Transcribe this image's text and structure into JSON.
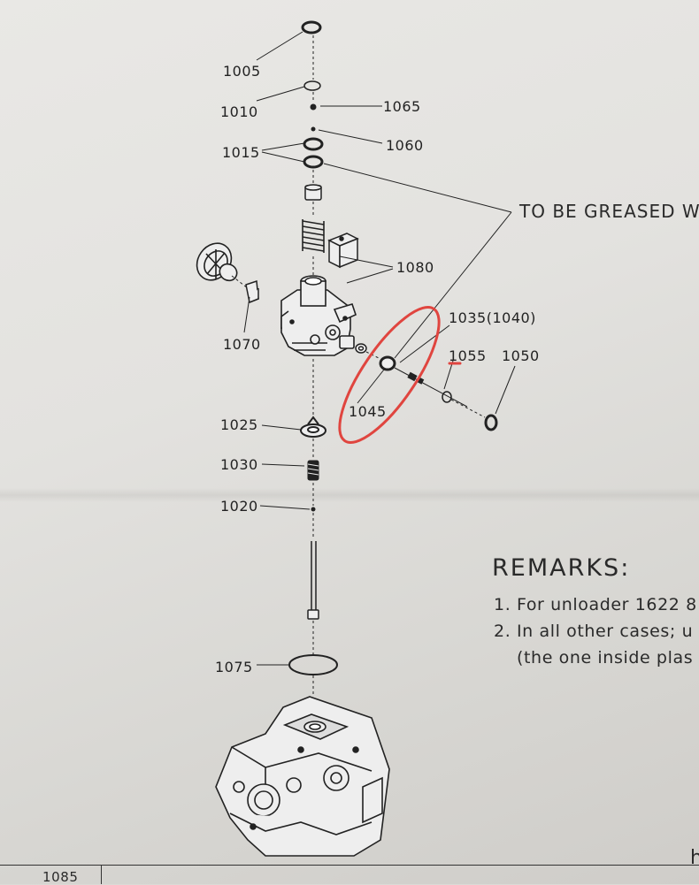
{
  "labels": {
    "p1005": "1005",
    "p1010": "1010",
    "p1065": "1065",
    "p1015": "1015",
    "p1060": "1060",
    "p1080": "1080",
    "p1070": "1070",
    "p1035": "1035(1040)",
    "p1055": "1055",
    "p1050": "1050",
    "p1045": "1045",
    "p1025": "1025",
    "p1030": "1030",
    "p1020": "1020",
    "p1075": "1075"
  },
  "notes": {
    "greased": "TO BE GREASED WI",
    "remarks_title": "REMARKS:",
    "remark_1": "1. For unloader 1622 8",
    "remark_2": "2. In all other cases; u",
    "remark_3": "(the one inside plas",
    "corner": "h",
    "footer": "1085"
  },
  "colors": {
    "ink": "#222222",
    "markup_red": "#e0453f",
    "paper": "#e6e5e2"
  }
}
